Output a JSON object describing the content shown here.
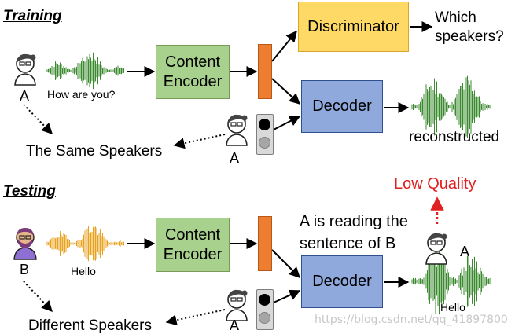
{
  "training": {
    "heading": "Training",
    "speaker_label": "A",
    "utterance": "How are you?",
    "content_encoder": "Content Encoder",
    "discriminator": "Discriminator",
    "discriminator_question": "Which speakers?",
    "decoder": "Decoder",
    "output_label": "reconstructed",
    "condition_label": "The Same Speakers",
    "target_speaker_label": "A"
  },
  "testing": {
    "heading": "Testing",
    "speaker_label": "B",
    "utterance": "Hello",
    "content_encoder": "Content Encoder",
    "decoder": "Decoder",
    "annotation": "A is reading the sentence of B",
    "result": "Low Quality",
    "result_speaker_label": "A",
    "output_label": "Hello",
    "condition_label": "Different Speakers",
    "target_speaker_label": "A"
  },
  "watermark": "https://blog.csdn.net/qq_41897800",
  "colors": {
    "encoder": "#a9d18e",
    "discriminator": "#ffd966",
    "decoder": "#8fa9dc",
    "latent_bar": "#ed7d31",
    "waveform_green": "#3a8a2e",
    "waveform_orange": "#e8a21c",
    "low_quality": "#e02020"
  }
}
